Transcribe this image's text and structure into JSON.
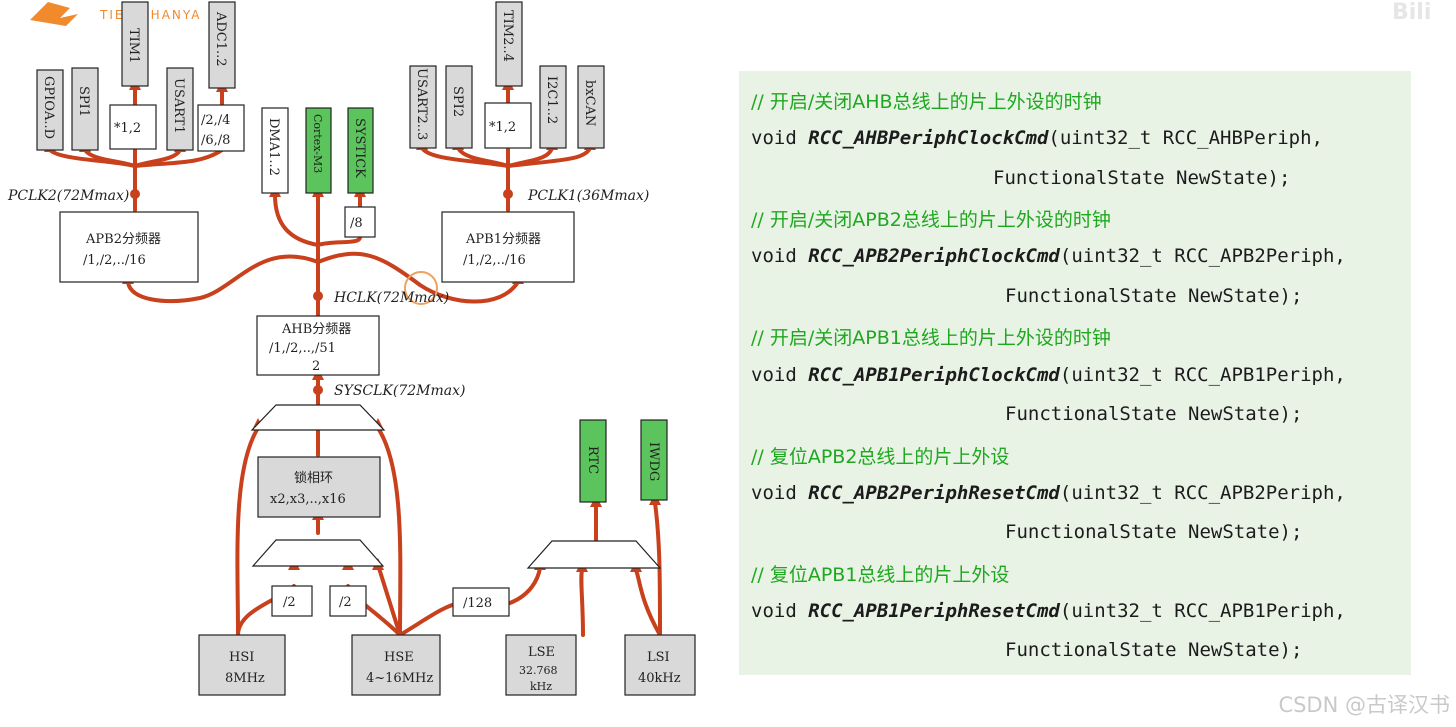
{
  "diagram": {
    "logo": "TIE   USHANYA",
    "apb2_periphs": [
      "GPIOA..D",
      "SPI1",
      "TIM1",
      "USART1",
      "ADC1..2"
    ],
    "apb2_mult": "*1,2",
    "adc_div": [
      "/2,/4",
      "/6,/8"
    ],
    "apb1_periphs": [
      "USART2..3",
      "SPI2",
      "TIM2..4",
      "I2C1..2",
      "bxCAN"
    ],
    "apb1_mult": "*1,2",
    "ahb_periphs": [
      "DMA1..2",
      "Cortex-M3",
      "SYSTICK"
    ],
    "systick_div": "/8",
    "pclk2": "PCLK2(72Mmax)",
    "pclk1": "PCLK1(36Mmax)",
    "hclk": "HCLK(72Mmax)",
    "sysclk": "SYSCLK(72Mmax)",
    "apb2_prescaler": [
      "APB2分频器",
      "/1,/2,../16"
    ],
    "apb1_prescaler": [
      "APB1分频器",
      "/1,/2,../16"
    ],
    "ahb_prescaler": [
      "AHB分频器",
      "/1,/2,..,/51",
      "2"
    ],
    "pll": [
      "锁相环",
      "x2,x3,..,x16"
    ],
    "div2_a": "/2",
    "div2_b": "/2",
    "div128": "/128",
    "rtc": "RTC",
    "iwdg": "IWDG",
    "hsi": [
      "HSI",
      "8MHz"
    ],
    "hse": [
      "HSE",
      "4~16MHz"
    ],
    "lse": [
      "LSE",
      "32.768",
      "kHz"
    ],
    "lsi": [
      "LSI",
      "40kHz"
    ]
  },
  "code": {
    "c1": "// 开启/关闭AHB总线上的片上外设的时钟",
    "l1a_pre": "void ",
    "l1a_fn": "RCC_AHBPeriphClockCmd",
    "l1a_post": "(uint32_t RCC_AHBPeriph,",
    "l1b": "FunctionalState NewState);",
    "c2": "// 开启/关闭APB2总线上的片上外设的时钟",
    "l2a_pre": "void ",
    "l2a_fn": "RCC_APB2PeriphClockCmd",
    "l2a_post": "(uint32_t RCC_APB2Periph,",
    "l2b": "FunctionalState NewState);",
    "c3": "// 开启/关闭APB1总线上的片上外设的时钟",
    "l3a_pre": "void ",
    "l3a_fn": "RCC_APB1PeriphClockCmd",
    "l3a_post": "(uint32_t RCC_APB1Periph,",
    "l3b": "FunctionalState NewState);",
    "c4": "// 复位APB2总线上的片上外设",
    "l4a_pre": "void ",
    "l4a_fn": "RCC_APB2PeriphResetCmd",
    "l4a_post": "(uint32_t RCC_APB2Periph,",
    "l4b": "FunctionalState NewState);",
    "c5": "// 复位APB1总线上的片上外设",
    "l5a_pre": "void ",
    "l5a_fn": "RCC_APB1PeriphResetCmd",
    "l5a_post": "(uint32_t RCC_APB1Periph,",
    "l5b": "FunctionalState NewState);"
  },
  "watermark": "CSDN @古译汉书",
  "corner_logo": "Bili",
  "colors": {
    "wire": "#c8401c",
    "green_box": "#5cc45c",
    "gray_box": "#d9d9d9",
    "code_bg": "#e8f3e6",
    "comment": "#1fa81f"
  }
}
